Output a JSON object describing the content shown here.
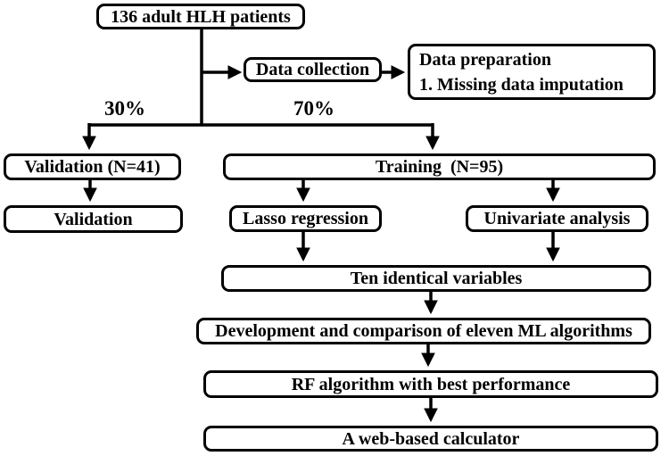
{
  "diagram": {
    "nodes": {
      "patients": "136 adult HLH patients",
      "data_collection": "Data collection",
      "data_preparation_line1": "Data preparation",
      "data_preparation_line2": "1. Missing data imputation",
      "validation_n": "Validation (N=41)",
      "training_n": "Training  (N=95)",
      "validation": "Validation",
      "lasso": "Lasso regression",
      "univariate": "Univariate analysis",
      "ten_vars": "Ten identical variables",
      "development": "Development and comparison of eleven ML algorithms",
      "rf": "RF algorithm with best performance",
      "calculator": "A web-based calculator"
    },
    "labels": {
      "left_split": "30%",
      "right_split": "70%"
    },
    "colors": {
      "line": "#000000",
      "box_border": "#000000",
      "box_background": "#ffffff",
      "text": "#000000",
      "page_background": "#ffffff"
    }
  }
}
